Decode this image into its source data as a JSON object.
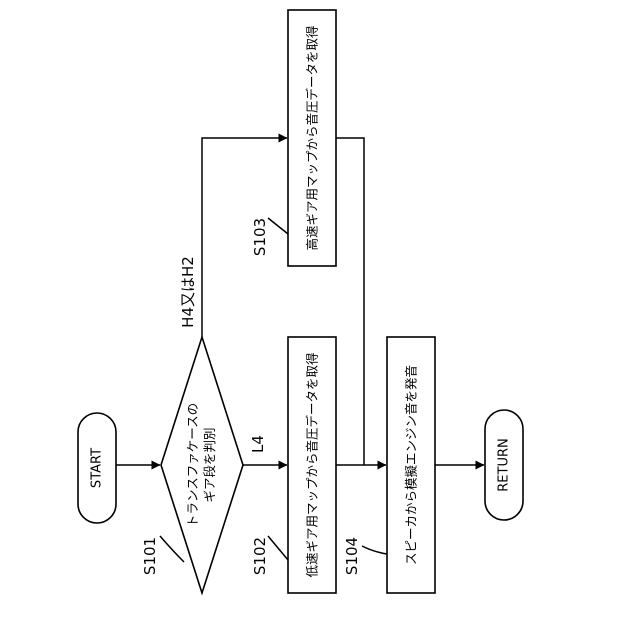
{
  "start": "START",
  "return": "RETURN",
  "decision": {
    "line1": "トランスファケースの",
    "line2": "ギア段を判別"
  },
  "step_s102": "低速ギア用マップから音圧データを取得",
  "step_s103": "高速ギア用マップから音圧データを取得",
  "step_s104": "スピーカから模擬エンジン音を発音",
  "branch_low": "L4",
  "branch_high": "H4又はH2",
  "labels": {
    "s101": "S101",
    "s102": "S102",
    "s103": "S103",
    "s104": "S104"
  }
}
